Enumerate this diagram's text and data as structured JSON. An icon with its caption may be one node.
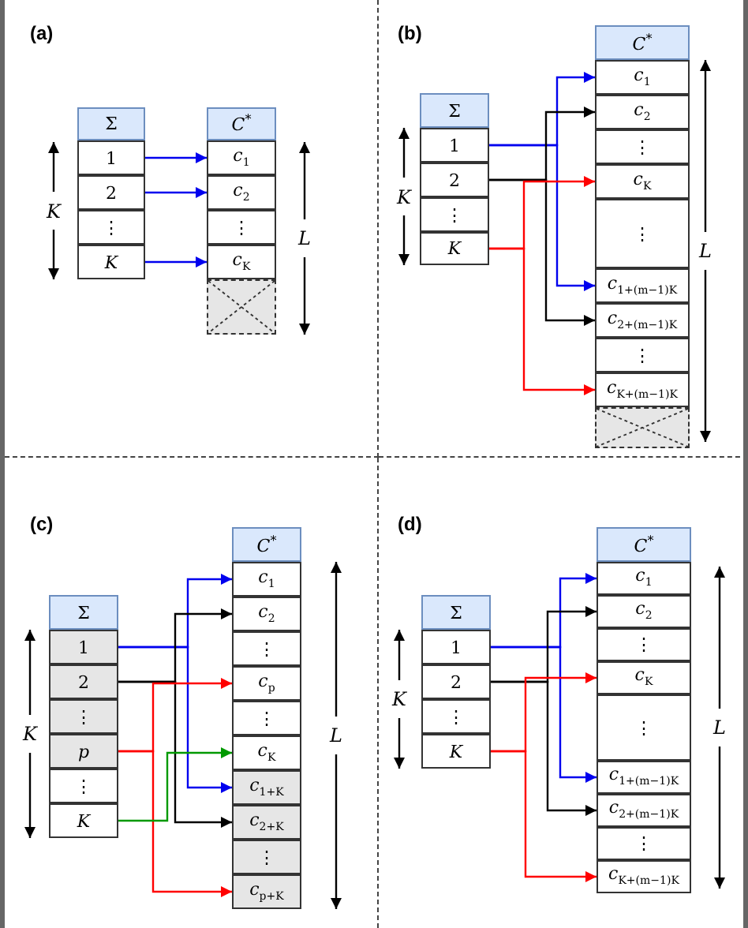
{
  "diagram": {
    "nodes": [
      {
        "text": [
          "(a)"
        ]
      },
      {
        "text": [
          "Σ"
        ],
        "in": 0
      },
      {
        "text": [
          "1"
        ],
        "in": 0
      },
      {
        "text": [
          "2"
        ],
        "in": 0
      },
      {
        "text": [
          "⋮"
        ],
        "in": 0
      },
      {
        "text": [
          "K"
        ],
        "in": 0
      },
      {
        "text": [
          "*C*$^{*}$"
        ],
        "in": 0
      },
      {
        "text": [
          "*c*$_{1}$"
        ],
        "in": 0
      },
      {
        "text": [
          "*c*$_{2}$"
        ],
        "in": 0
      },
      {
        "text": [
          "⋮"
        ],
        "in": 0
      },
      {
        "text": [
          "*c*$_{K}$"
        ],
        "in": 0
      },
      {
        "text": [],
        "shape": "box",
        "in": 0
      },
      {
        "text": [
          "(b)"
        ]
      },
      {
        "text": [
          "Σ"
        ],
        "in": 12
      },
      {
        "text": [
          "1"
        ],
        "in": 12
      },
      {
        "text": [
          "2"
        ],
        "in": 12
      },
      {
        "text": [
          "⋮"
        ],
        "in": 12
      },
      {
        "text": [
          "K"
        ],
        "in": 12
      },
      {
        "text": [
          "*C*$^{*}$"
        ],
        "in": 12
      },
      {
        "text": [
          "*c*$_{1}$"
        ],
        "in": 12
      },
      {
        "text": [
          "*c*$_{2}$"
        ],
        "in": 12
      },
      {
        "text": [
          "⋮"
        ],
        "in": 12
      },
      {
        "text": [
          "*c*$_{K}$"
        ],
        "in": 12
      },
      {
        "text": [
          "⋮"
        ],
        "in": 12
      },
      {
        "text": [
          "*c*$_{1+(m−1)K}$"
        ],
        "in": 12
      },
      {
        "text": [
          "*c*$_{2+(m−1)K}$"
        ],
        "in": 12
      },
      {
        "text": [
          "⋮"
        ],
        "in": 12
      },
      {
        "text": [
          "*c*$_{K+(m−1)K}$"
        ],
        "in": 12
      },
      {
        "text": [],
        "shape": "box",
        "in": 12
      },
      {
        "text": [
          "(c)"
        ]
      },
      {
        "text": [
          "Σ"
        ],
        "in": 29
      },
      {
        "text": [
          "1"
        ],
        "in": 29
      },
      {
        "text": [
          "2"
        ],
        "in": 29
      },
      {
        "text": [
          "⋮"
        ],
        "in": 29
      },
      {
        "text": [
          "p"
        ],
        "in": 29
      },
      {
        "text": [
          "⋮"
        ],
        "in": 29
      },
      {
        "text": [
          "K"
        ],
        "in": 29
      },
      {
        "text": [
          "*C*$^{*}$"
        ],
        "in": 29
      },
      {
        "text": [
          "*c*$_{1}$"
        ],
        "in": 29
      },
      {
        "text": [
          "*c*$_{2}$"
        ],
        "in": 29
      },
      {
        "text": [
          "⋮"
        ],
        "in": 29
      },
      {
        "text": [
          "*c*$_{p}$"
        ],
        "in": 29
      },
      {
        "text": [
          "⋮"
        ],
        "in": 29
      },
      {
        "text": [
          "*c*$_{K}$"
        ],
        "in": 29
      },
      {
        "text": [
          "*c*$_{1+K}$"
        ],
        "in": 29
      },
      {
        "text": [
          "*c*$_{2+K}$"
        ],
        "in": 29
      },
      {
        "text": [
          "⋮"
        ],
        "in": 29
      },
      {
        "text": [
          "*c*$_{p+K}$"
        ],
        "in": 29
      },
      {
        "text": [
          "(d)"
        ]
      },
      {
        "text": [
          "Σ"
        ],
        "in": 48
      },
      {
        "text": [
          "1"
        ],
        "in": 48
      },
      {
        "text": [
          "2"
        ],
        "in": 48
      },
      {
        "text": [
          "⋮"
        ],
        "in": 48
      },
      {
        "text": [
          "K"
        ],
        "in": 48
      },
      {
        "text": [
          "*C*$^{*}$"
        ],
        "in": 48
      },
      {
        "text": [
          "*c*$_{1}$"
        ],
        "in": 48
      },
      {
        "text": [
          "*c*$_{2}$"
        ],
        "in": 48
      },
      {
        "text": [
          "⋮"
        ],
        "in": 48
      },
      {
        "text": [
          "*c*$_{K}$"
        ],
        "in": 48
      },
      {
        "text": [
          "⋮"
        ],
        "in": 48
      },
      {
        "text": [
          "*c*$_{1+(m−1)K}$"
        ],
        "in": 48
      },
      {
        "text": [
          "*c*$_{2+(m−1)K}$"
        ],
        "in": 48
      },
      {
        "text": [
          "⋮"
        ],
        "in": 48
      },
      {
        "text": [
          "*c*$_{K+(m−1)K}$"
        ],
        "in": 48
      }
    ],
    "edges": [
      {
        "from": 2,
        "to": 7,
        "arrow": "to"
      },
      {
        "from": 3,
        "to": 8,
        "arrow": "to"
      },
      {
        "from": 5,
        "to": 10,
        "arrow": "to"
      },
      {
        "from": 14,
        "to": 19,
        "arrow": "to"
      },
      {
        "from": 14,
        "to": 24,
        "arrow": "to"
      },
      {
        "from": 15,
        "to": 20,
        "arrow": "to",
        "color": "#000000"
      },
      {
        "from": 15,
        "to": 25,
        "arrow": "to",
        "color": "#000000"
      },
      {
        "from": 17,
        "to": 22,
        "arrow": "to",
        "color": "#ff0000"
      },
      {
        "from": 17,
        "to": 27,
        "arrow": "to",
        "color": "#ff0000"
      },
      {
        "from": 31,
        "to": 38,
        "arrow": "to"
      },
      {
        "from": 31,
        "to": 44,
        "arrow": "to"
      },
      {
        "from": 32,
        "to": 39,
        "arrow": "to",
        "color": "#000000"
      },
      {
        "from": 32,
        "to": 45,
        "arrow": "to",
        "color": "#000000"
      },
      {
        "from": 34,
        "to": 41,
        "arrow": "to",
        "color": "#ff0000"
      },
      {
        "from": 34,
        "to": 47,
        "arrow": "to",
        "color": "#ff0000"
      },
      {
        "from": 36,
        "to": 43,
        "arrow": "to",
        "color": "#009900"
      },
      {
        "from": 50,
        "to": 55,
        "arrow": "to"
      },
      {
        "from": 50,
        "to": 60,
        "arrow": "to"
      },
      {
        "from": 51,
        "to": 56,
        "arrow": "to",
        "color": "#000000"
      },
      {
        "from": 51,
        "to": 61,
        "arrow": "to",
        "color": "#000000"
      },
      {
        "from": 53,
        "to": 58,
        "arrow": "to",
        "color": "#ff0000"
      },
      {
        "from": 53,
        "to": 63,
        "arrow": "to",
        "color": "#ff0000"
      }
    ],
    "labels": [
      "K",
      "L",
      "K",
      "L",
      "K",
      "L",
      "K",
      "L"
    ]
  }
}
